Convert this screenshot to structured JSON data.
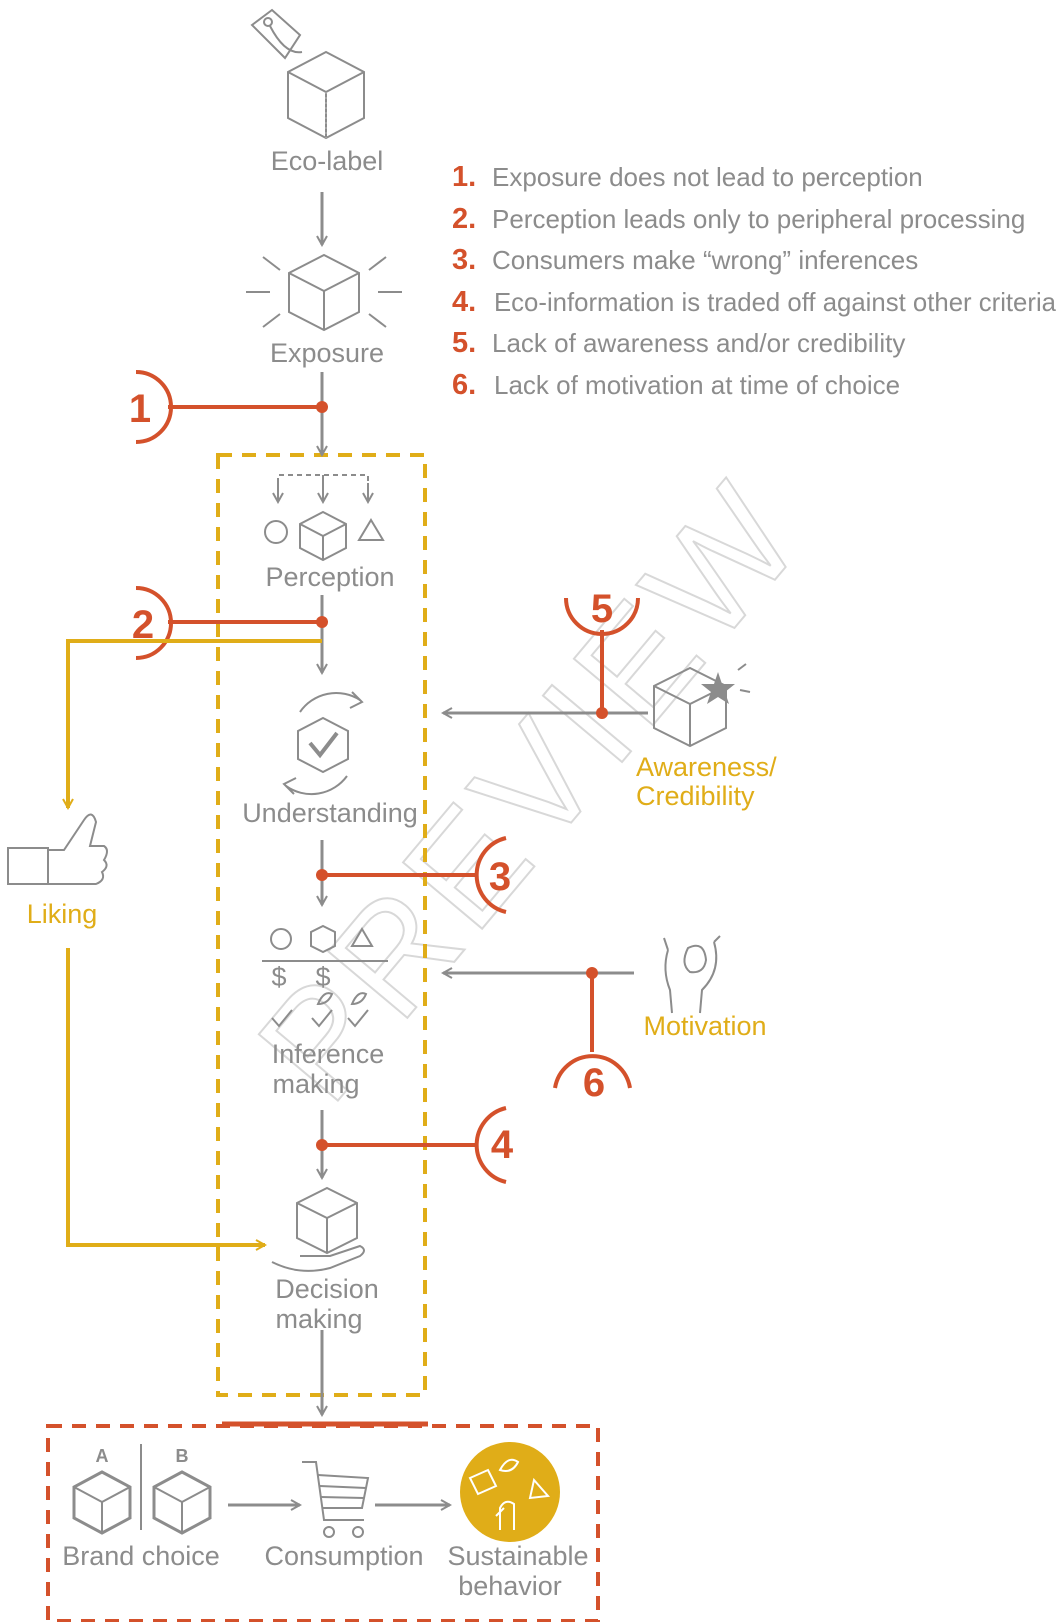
{
  "nodes": {
    "ecolabel": "Eco-label",
    "exposure": "Exposure",
    "perception": "Perception",
    "understanding": "Understanding",
    "inference_1": "Inference",
    "inference_2": "making",
    "decision_1": "Decision",
    "decision_2": "making",
    "liking": "Liking",
    "awareness_1": "Awareness/",
    "awareness_2": "Credibility",
    "motivation": "Motivation",
    "brand_choice": "Brand choice",
    "brand_a": "A",
    "brand_b": "B",
    "consumption": "Consumption",
    "sustainable_1": "Sustainable",
    "sustainable_2": "behavior",
    "currency_symbol": "$"
  },
  "legend": [
    {
      "num": "1.",
      "text": "Exposure does not lead to perception"
    },
    {
      "num": "2.",
      "text": "Perception leads only to peripheral processing"
    },
    {
      "num": "3.",
      "text": "Consumers make “wrong” inferences"
    },
    {
      "num": "4.",
      "text": "Eco-information is traded off against other criteria"
    },
    {
      "num": "5.",
      "text": "Lack of awareness and/or credibility"
    },
    {
      "num": "6.",
      "text": "Lack of motivation at time of choice"
    }
  ],
  "badges": [
    "1",
    "2",
    "3",
    "4",
    "5",
    "6"
  ],
  "watermark": "PREVIEW",
  "colors": {
    "gray": "#8c8c8c",
    "red": "#d4512b",
    "yellow": "#e0ad18"
  },
  "icons": {
    "ecolabel": "price-tag-box-icon",
    "exposure": "radiating-box-icon",
    "perception": "shapes-with-box-icon",
    "understanding": "cycle-check-box-icon",
    "inference": "trade-off-icon",
    "decision": "hand-holding-box-icon",
    "liking": "thumbs-up-icon",
    "awareness": "box-with-star-icon",
    "motivation": "cheering-figure-icon",
    "brand": "cube-icon",
    "consumption": "shopping-cart-icon",
    "sustainable": "sustainability-circle-icon"
  }
}
